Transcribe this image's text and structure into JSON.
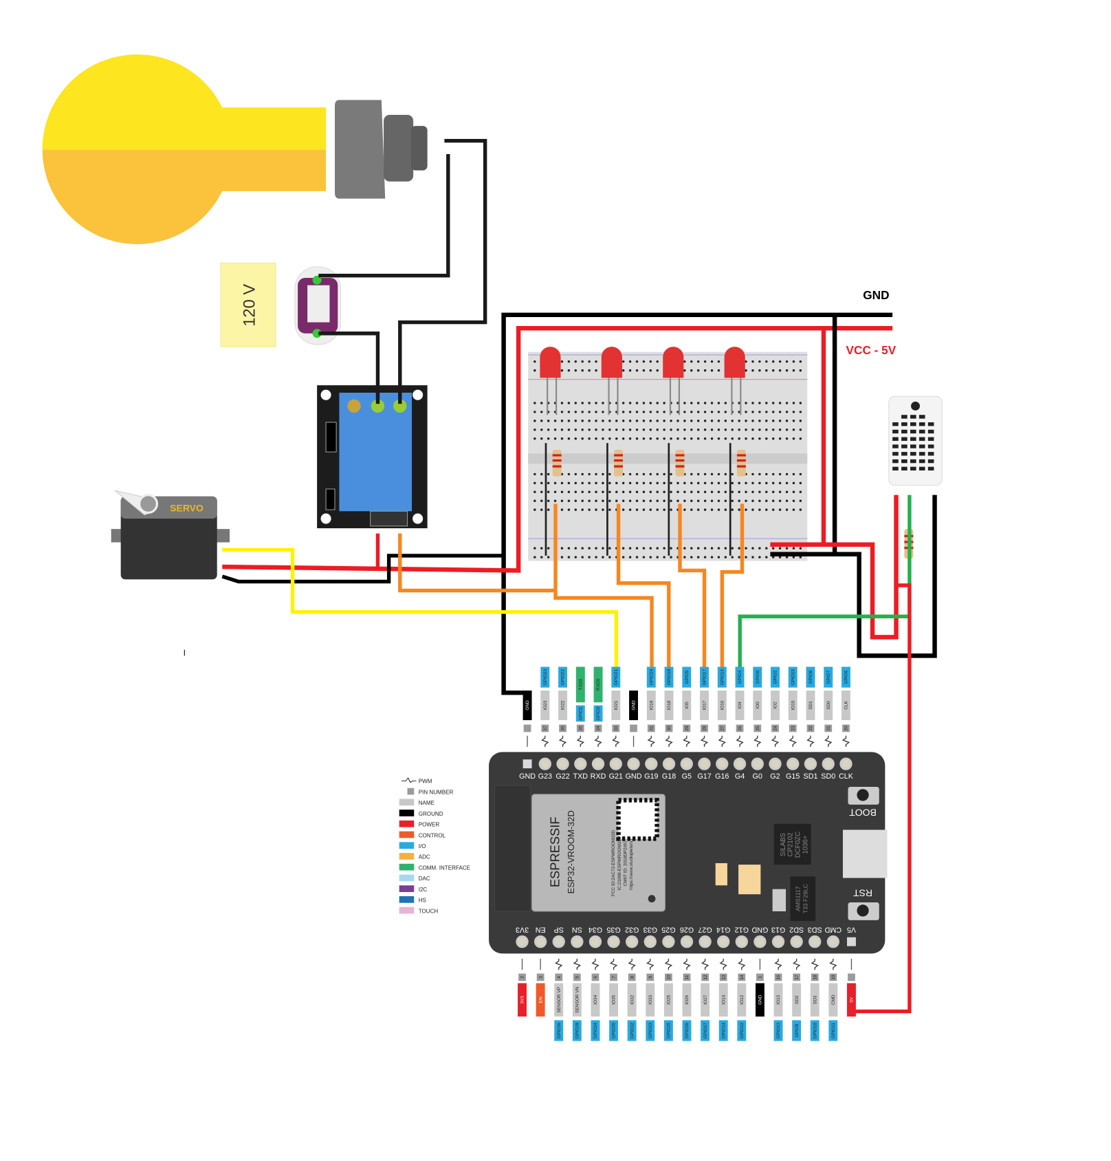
{
  "labels": {
    "gnd_rail": "GND",
    "vcc_rail": "VCC - 5V",
    "mains_voltage": "120 V",
    "servo": "SERVO"
  },
  "board": {
    "module_brand": "ESPRESSIF",
    "module_model": "ESP32-VROOM-32D",
    "boot_button": "BOOT",
    "reset_button": "RST",
    "usb_chip": [
      "SILABS",
      "CP2102",
      "DCF0ZC",
      "1036+"
    ],
    "regulator": [
      "AMS1117",
      "T33 F29LC"
    ],
    "module_fcc": [
      "FCC ID:2AC72-ESPWROOM32D",
      "IC:21098-ESPWROOM32D",
      "CMIIT ID: 2018DP2467",
      "https://www.studiopieters.nl"
    ]
  },
  "colors": {
    "io": "#29a9e0",
    "name": "#c8c8c8",
    "pin_number": "#9b9b9b",
    "ground": "#000000",
    "power": "#e8202a",
    "control": "#f05a28",
    "comm": "#2fb26e",
    "wire_red": "#ed1c24",
    "wire_black": "#000000",
    "wire_orange": "#f7861f",
    "wire_yellow": "#fff200",
    "wire_green": "#22b14c"
  },
  "legend": [
    {
      "label": "PWM",
      "kind": "pwm"
    },
    {
      "label": "PIN NUMBER",
      "color": "#9b9b9b",
      "kind": "small"
    },
    {
      "label": "NAME",
      "color": "#c8c8c8"
    },
    {
      "label": "GROUND",
      "color": "#000000"
    },
    {
      "label": "POWER",
      "color": "#e8202a"
    },
    {
      "label": "CONTROL",
      "color": "#f05a28"
    },
    {
      "label": "I/O",
      "color": "#29a9e0"
    },
    {
      "label": "ADC",
      "color": "#f6b042"
    },
    {
      "label": "COMM. INTERFACE",
      "color": "#2fb26e"
    },
    {
      "label": "DAC",
      "color": "#a6d8f0"
    },
    {
      "label": "I2C",
      "color": "#7a3e98"
    },
    {
      "label": "HS",
      "color": "#1f72b8"
    },
    {
      "label": "TOUCH",
      "color": "#e8b4d4"
    }
  ],
  "top_pins": [
    {
      "board": "GND",
      "name": "GND",
      "type": "ground",
      "num": "",
      "gpio": "",
      "pwm": false
    },
    {
      "board": "G23",
      "name": "IO23",
      "type": "name",
      "num": "37",
      "gpio": "GPIO23",
      "pwm": true
    },
    {
      "board": "G22",
      "name": "IO22",
      "type": "name",
      "num": "36",
      "gpio": "GPIO22",
      "pwm": true
    },
    {
      "board": "TXD",
      "name": "GPIO1",
      "type": "io",
      "num": "35",
      "gpio": "TXD0",
      "gpio_type": "comm",
      "pwm": true
    },
    {
      "board": "RXD",
      "name": "GPIO3",
      "type": "io",
      "num": "34",
      "gpio": "RXD0",
      "gpio_type": "comm",
      "pwm": true
    },
    {
      "board": "G21",
      "name": "IO21",
      "type": "name",
      "num": "33",
      "gpio": "GPIO21",
      "pwm": true
    },
    {
      "board": "GND",
      "name": "GND",
      "type": "ground",
      "num": "",
      "gpio": "",
      "pwm": false
    },
    {
      "board": "G19",
      "name": "IO19",
      "type": "name",
      "num": "31",
      "gpio": "GPIO19",
      "pwm": true
    },
    {
      "board": "G18",
      "name": "IO18",
      "type": "name",
      "num": "30",
      "gpio": "GPIO18",
      "pwm": true
    },
    {
      "board": "G5",
      "name": "IO5",
      "type": "name",
      "num": "29",
      "gpio": "GPIO5",
      "pwm": true
    },
    {
      "board": "G17",
      "name": "IO17",
      "type": "name",
      "num": "28",
      "gpio": "GPIO17",
      "pwm": true
    },
    {
      "board": "G16",
      "name": "IO16",
      "type": "name",
      "num": "27",
      "gpio": "GPIO16",
      "pwm": true
    },
    {
      "board": "G4",
      "name": "IO4",
      "type": "name",
      "num": "26",
      "gpio": "GPIO4",
      "pwm": true
    },
    {
      "board": "G0",
      "name": "IO0",
      "type": "name",
      "num": "25",
      "gpio": "GPIO0",
      "pwm": true
    },
    {
      "board": "G2",
      "name": "IO2",
      "type": "name",
      "num": "24",
      "gpio": "GPIO2",
      "pwm": true
    },
    {
      "board": "G15",
      "name": "IO15",
      "type": "name",
      "num": "23",
      "gpio": "GPIO15",
      "pwm": true
    },
    {
      "board": "SD1",
      "name": "SD1",
      "type": "name",
      "num": "22",
      "gpio": "GPIO8",
      "pwm": true
    },
    {
      "board": "SD0",
      "name": "SD0",
      "type": "name",
      "num": "21",
      "gpio": "GPIO7",
      "pwm": true
    },
    {
      "board": "CLK",
      "name": "CLK",
      "type": "name",
      "num": "20",
      "gpio": "GPIO6",
      "pwm": true
    }
  ],
  "bottom_pins": [
    {
      "board": "3V3",
      "name": "3V3",
      "type": "power",
      "num": "2",
      "gpio": "",
      "pwm": false
    },
    {
      "board": "EN",
      "name": "EN",
      "type": "control",
      "num": "3",
      "gpio": "",
      "pwm": false
    },
    {
      "board": "SP",
      "name": "SENSOR VP",
      "type": "name",
      "num": "4",
      "gpio": "GPIO36",
      "pwm": true
    },
    {
      "board": "SN",
      "name": "SENSOR VN",
      "type": "name",
      "num": "5",
      "gpio": "GPIO39",
      "pwm": true
    },
    {
      "board": "G34",
      "name": "IO34",
      "type": "name",
      "num": "6",
      "gpio": "GPIO34",
      "pwm": true
    },
    {
      "board": "G35",
      "name": "IO35",
      "type": "name",
      "num": "7",
      "gpio": "GPIO35",
      "pwm": true
    },
    {
      "board": "G32",
      "name": "IO32",
      "type": "name",
      "num": "8",
      "gpio": "GPIO32",
      "pwm": true
    },
    {
      "board": "G33",
      "name": "IO33",
      "type": "name",
      "num": "9",
      "gpio": "GPIO33",
      "pwm": true
    },
    {
      "board": "G25",
      "name": "IO25",
      "type": "name",
      "num": "10",
      "gpio": "GPIO25",
      "pwm": true
    },
    {
      "board": "G26",
      "name": "IO26",
      "type": "name",
      "num": "11",
      "gpio": "GPIO26",
      "pwm": true
    },
    {
      "board": "G27",
      "name": "IO27",
      "type": "name",
      "num": "12",
      "gpio": "GPIO27",
      "pwm": true
    },
    {
      "board": "G14",
      "name": "IO14",
      "type": "name",
      "num": "13",
      "gpio": "GPIO14",
      "pwm": true
    },
    {
      "board": "G12",
      "name": "IO12",
      "type": "name",
      "num": "14",
      "gpio": "GPIO12",
      "pwm": true
    },
    {
      "board": "GND",
      "name": "GND",
      "type": "ground",
      "num": "1",
      "gpio": "",
      "pwm": false
    },
    {
      "board": "G13",
      "name": "IO13",
      "type": "name",
      "num": "16",
      "gpio": "GPIO13",
      "pwm": true
    },
    {
      "board": "SD2",
      "name": "SD2",
      "type": "name",
      "num": "17",
      "gpio": "GPIO9",
      "pwm": true
    },
    {
      "board": "SD3",
      "name": "SD3",
      "type": "name",
      "num": "18",
      "gpio": "GPIO10",
      "pwm": true
    },
    {
      "board": "CMD",
      "name": "CMD",
      "type": "name",
      "num": "19",
      "gpio": "GPIO11",
      "pwm": true
    },
    {
      "board": "V5",
      "name": "5V",
      "type": "power",
      "num": "",
      "gpio": "",
      "pwm": false
    }
  ]
}
